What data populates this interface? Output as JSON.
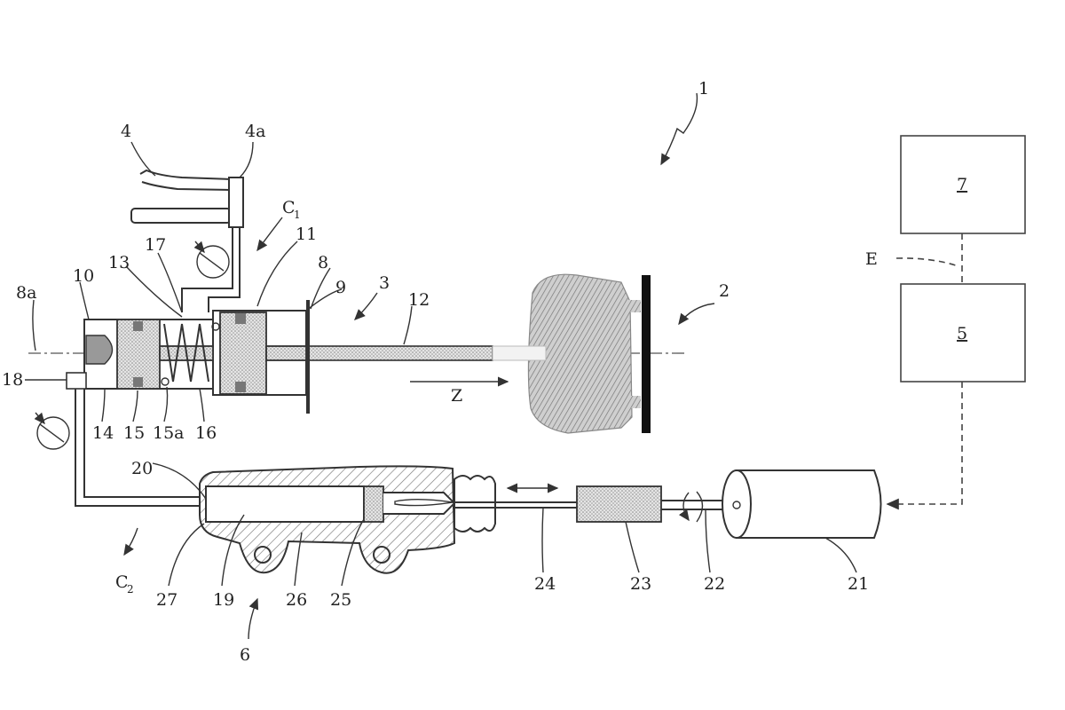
{
  "labels": {
    "l1": "1",
    "l2": "2",
    "l3": "3",
    "l4": "4",
    "l4a": "4a",
    "l5": "5",
    "l6": "6",
    "l7": "7",
    "l8": "8",
    "l8a": "8a",
    "l9": "9",
    "l10": "10",
    "l11": "11",
    "l12": "12",
    "l13": "13",
    "l14": "14",
    "l15": "15",
    "l15a": "15a",
    "l16": "16",
    "l17": "17",
    "l18": "18",
    "l19": "19",
    "l20": "20",
    "l21": "21",
    "l22": "22",
    "l23": "23",
    "l24": "24",
    "l25": "25",
    "l26": "26",
    "l27": "27",
    "lE": "E",
    "lZ": "Z",
    "lC1_main": "C",
    "lC1_sub": "1",
    "lC2_main": "C",
    "lC2_sub": "2"
  }
}
